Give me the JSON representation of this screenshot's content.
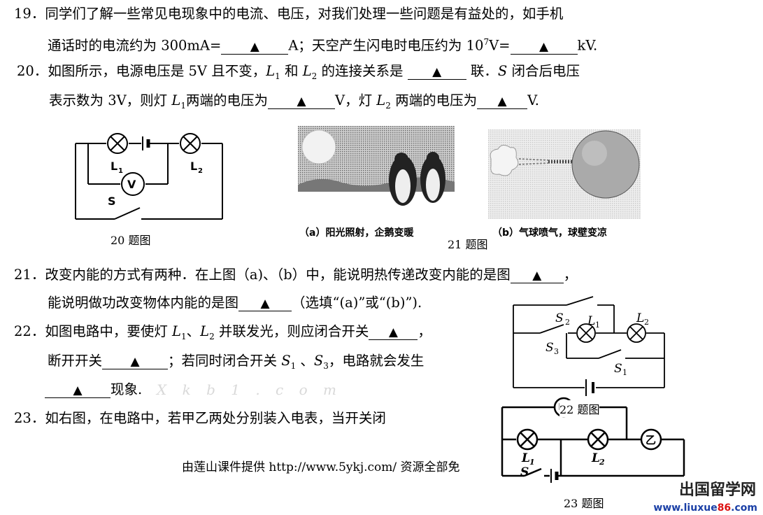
{
  "q19": {
    "line1": "19．同学们了解一些常见电现象中的电流、电压，对我们处理一些问题是有益处的，如手机",
    "line2_a": "通话时的电流约为 300mA=",
    "line2_b": "A；天空产生闪电时电压约为 10",
    "line2_sup": "7",
    "line2_c": "V=",
    "line2_d": "kV."
  },
  "q20": {
    "line1_a": "20．如图所示，电源电压是 5V 且不变，",
    "line1_b": " 和 ",
    "line1_c": " 的连接关系是 ",
    "line1_d": " 联．",
    "line1_e": " 闭合后电压",
    "line2_a": "表示数为 3V，则灯 ",
    "line2_b": "两端的电压为",
    "line2_c": "V，灯 ",
    "line2_d": " 两端的电压为",
    "line2_e": "V."
  },
  "q21": {
    "line1_a": "21．改变内能的方式有两种．在上图（a)、（b）中，能说明热传递改变内能的是图",
    "line1_b": "，",
    "line2_a": "能说明做功改变物体内能的是图",
    "line2_b": "（选填“(a)”或“(b)”)."
  },
  "q22": {
    "line1_a": "22．如图电路中，要使灯 ",
    "line1_b": "、",
    "line1_c": " 并联发光，则应闭合开关",
    "line1_d": "，",
    "line2_a": "断开开关",
    "line2_b": "；若同时闭合开关 ",
    "line2_c": " 、",
    "line2_d": "，电路就会发生",
    "line3_a": "现象."
  },
  "q23": {
    "line1": "23．如右图，在电路中，若甲乙两处分别装入电表，当开关闭"
  },
  "symbols": {
    "L": "L",
    "sub1": "1",
    "sub2": "2",
    "S": "S",
    "S1": "S",
    "S3": "S",
    "blank_mark": "▲",
    "V": "V",
    "jia": "甲",
    "yi": "乙"
  },
  "captions": {
    "fig20": "20 题图",
    "fig21": "21 题图",
    "fig21a": "（a）阳光照射，企鹅变暖",
    "fig21b": "（b）气球喷气，球壁变凉",
    "fig22": "22 题图",
    "fig23": "23 题图"
  },
  "footer": "由莲山课件提供 http://www.5ykj.com/ 资源全部免",
  "watermark": "X k b 1 . c o m",
  "logo": {
    "name": "出国留学网",
    "url_a": "www.liuxue",
    "url_b": "86",
    "url_c": ".com"
  }
}
